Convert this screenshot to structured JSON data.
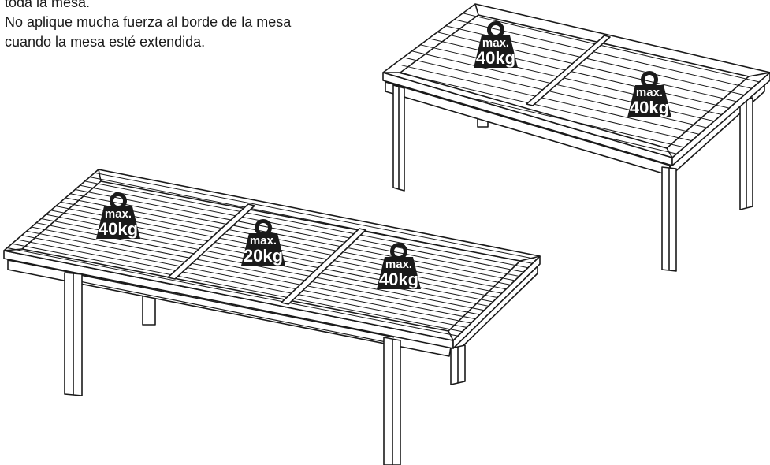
{
  "instructions": {
    "line1": "toda la mesa.",
    "line2": "No aplique mucha fuerza al borde de la mesa",
    "line3": "cuando la mesa esté extendida."
  },
  "table_normal": {
    "weights": [
      {
        "line1": "max.",
        "line2": "40kg"
      },
      {
        "line1": "max.",
        "line2": "40kg"
      }
    ]
  },
  "table_extended": {
    "weights": [
      {
        "line1": "max.",
        "line2": "40kg"
      },
      {
        "line1": "max.",
        "line2": "20kg"
      },
      {
        "line1": "max.",
        "line2": "40kg"
      }
    ]
  },
  "colors": {
    "ink": "#1a1a1a",
    "paper": "#ffffff"
  }
}
